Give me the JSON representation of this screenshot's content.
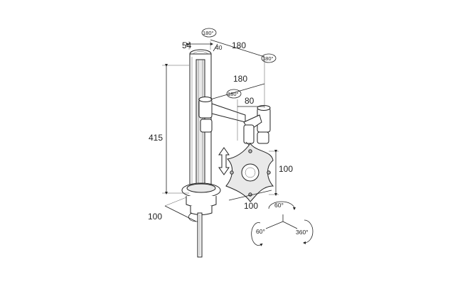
{
  "dimensions": {
    "pole_width": "54",
    "pole_depth": "40",
    "arm1_length": "180",
    "arm2_length": "180",
    "arm_offset": "80",
    "pole_height": "415",
    "clamp_depth": "100",
    "vesa_horizontal": "100",
    "vesa_vertical": "100"
  },
  "rotations": {
    "pole_top": "180°",
    "arm1_end": "180°",
    "arm2_joint": "180°",
    "tilt": "60°",
    "swivel": "60°",
    "rotate": "360°"
  },
  "icons": [
    "up-down-arrow-icon",
    "rotation-arrow-icon"
  ]
}
